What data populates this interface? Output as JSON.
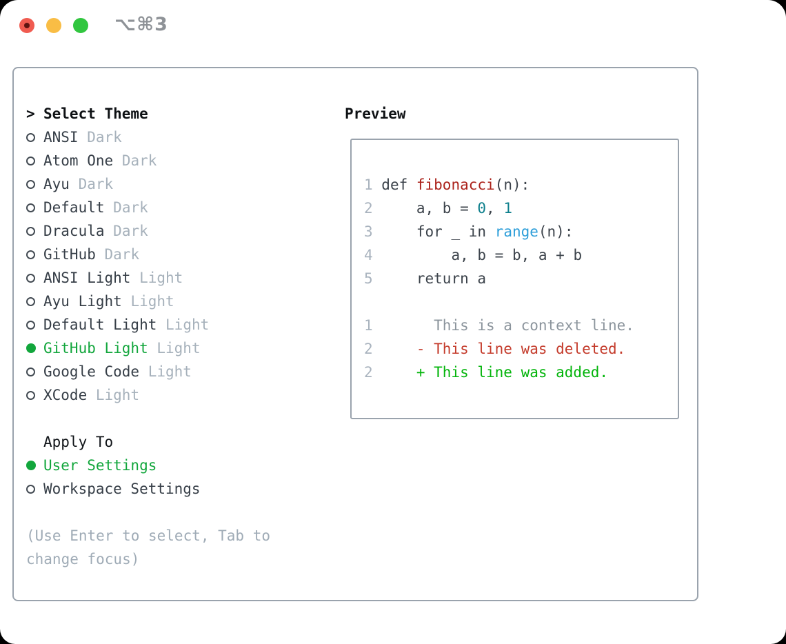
{
  "titlebar": {
    "shortcut": "⌥⌘3"
  },
  "colors": {
    "fg": "#3c434b",
    "line_number": "#a9b3be",
    "context_gray": "#8b949c",
    "keyword_red": "#ab221b",
    "number_teal": "#0d7f8c",
    "function_blue": "#2d9ed9",
    "deleted_red": "#c43b2b",
    "added_green": "#02b40a",
    "accent_green": "#12a63c",
    "panel_border": "#9aa3ad",
    "traffic_red": "#f05b50",
    "traffic_yellow": "#f9bd45",
    "traffic_green": "#31c63f"
  },
  "theme_panel": {
    "prompt": ">",
    "header": "Select Theme",
    "themes": [
      {
        "name": "ANSI",
        "tag": "Dark",
        "selected": false
      },
      {
        "name": "Atom One",
        "tag": "Dark",
        "selected": false
      },
      {
        "name": "Ayu",
        "tag": "Dark",
        "selected": false
      },
      {
        "name": "Default",
        "tag": "Dark",
        "selected": false
      },
      {
        "name": "Dracula",
        "tag": "Dark",
        "selected": false
      },
      {
        "name": "GitHub",
        "tag": "Dark",
        "selected": false
      },
      {
        "name": "ANSI Light",
        "tag": "Light",
        "selected": false
      },
      {
        "name": "Ayu Light",
        "tag": "Light",
        "selected": false
      },
      {
        "name": "Default Light",
        "tag": "Light",
        "selected": false
      },
      {
        "name": "GitHub Light",
        "tag": "Light",
        "selected": true
      },
      {
        "name": "Google Code",
        "tag": "Light",
        "selected": false
      },
      {
        "name": "XCode",
        "tag": "Light",
        "selected": false
      }
    ],
    "apply_to": {
      "header": "Apply To",
      "options": [
        {
          "name": "User Settings",
          "selected": true
        },
        {
          "name": "Workspace Settings",
          "selected": false
        }
      ]
    },
    "hint": "(Use Enter to select, Tab to change focus)"
  },
  "preview": {
    "header": "Preview",
    "code_lines": [
      {
        "num": "1",
        "segments": [
          {
            "t": "def ",
            "c": "fg"
          },
          {
            "t": "fibonacci",
            "c": "keyword_red"
          },
          {
            "t": "(n):",
            "c": "fg"
          }
        ]
      },
      {
        "num": "2",
        "segments": [
          {
            "t": "    a, b = ",
            "c": "fg"
          },
          {
            "t": "0",
            "c": "number_teal"
          },
          {
            "t": ", ",
            "c": "fg"
          },
          {
            "t": "1",
            "c": "number_teal"
          }
        ]
      },
      {
        "num": "3",
        "segments": [
          {
            "t": "    for _ in ",
            "c": "fg"
          },
          {
            "t": "range",
            "c": "function_blue"
          },
          {
            "t": "(n):",
            "c": "fg"
          }
        ]
      },
      {
        "num": "4",
        "segments": [
          {
            "t": "        a, b = b, a + b",
            "c": "fg"
          }
        ]
      },
      {
        "num": "5",
        "segments": [
          {
            "t": "    return a",
            "c": "fg"
          }
        ]
      }
    ],
    "diff_lines": [
      {
        "num": "1",
        "marker": " ",
        "text": "This is a context line.",
        "kind": "context_gray"
      },
      {
        "num": "2",
        "marker": "-",
        "text": "This line was deleted.",
        "kind": "deleted_red"
      },
      {
        "num": "2",
        "marker": "+",
        "text": "This line was added.",
        "kind": "added_green"
      }
    ]
  }
}
